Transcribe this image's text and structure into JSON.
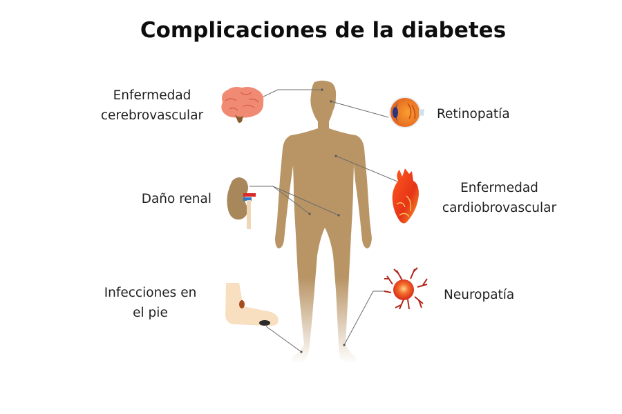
{
  "title": "Complicaciones de la diabetes",
  "body_color": "#b99566",
  "leader_line_color": "#6b6b6b",
  "complications": [
    {
      "id": "cerebrovascular",
      "label_line1": "Enfermedad",
      "label_line2": "cerebrovascular",
      "side": "left",
      "organ": "brain-icon"
    },
    {
      "id": "retinopatia",
      "label_line1": "Retinopatía",
      "label_line2": "",
      "side": "right",
      "organ": "eye-icon"
    },
    {
      "id": "renal",
      "label_line1": "Daño renal",
      "label_line2": "",
      "side": "left",
      "organ": "kidney-icon"
    },
    {
      "id": "cardio",
      "label_line1": "Enfermedad",
      "label_line2": "cardiobrovascular",
      "side": "right",
      "organ": "heart-icon"
    },
    {
      "id": "pie",
      "label_line1": "Infecciones en",
      "label_line2": "el pie",
      "side": "left",
      "organ": "foot-icon"
    },
    {
      "id": "neuropatia",
      "label_line1": "Neuropatía",
      "label_line2": "",
      "side": "right",
      "organ": "neuron-icon"
    }
  ]
}
